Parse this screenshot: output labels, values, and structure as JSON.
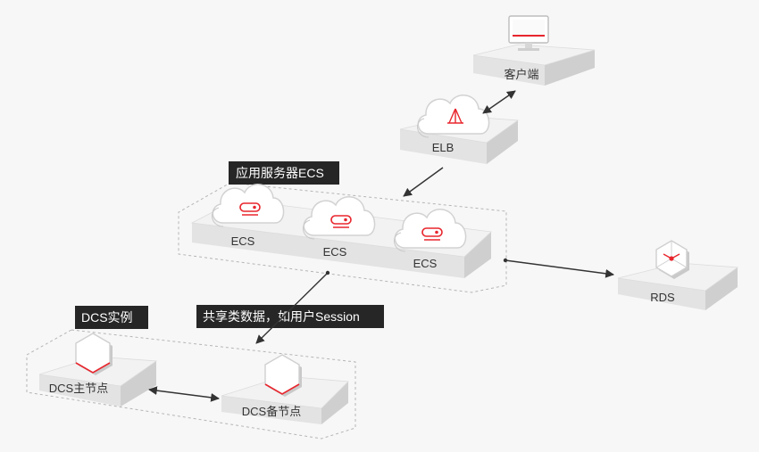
{
  "nodes": {
    "client": "客户端",
    "elb": "ELB",
    "ecs1": "ECS",
    "ecs2": "ECS",
    "ecs3": "ECS",
    "rds": "RDS",
    "dcs_master": "DCS主节点",
    "dcs_standby": "DCS备节点"
  },
  "groups": {
    "ecs_group": "应用服务器ECS",
    "dcs_group": "DCS实例"
  },
  "annotations": {
    "shared_data": "共享类数据，如用户Session"
  },
  "colors": {
    "accent": "#e8262d",
    "tag_bg": "#262626",
    "platform_top": "#ededed",
    "platform_side": "#cfcfcf",
    "platform_front": "#e2e2e2"
  },
  "icons": {
    "client": "monitor-icon",
    "elb": "load-balancer-cloud-icon",
    "ecs": "server-cloud-icon",
    "rds": "database-hexagon-icon",
    "dcs": "cache-hexagon-icon"
  }
}
